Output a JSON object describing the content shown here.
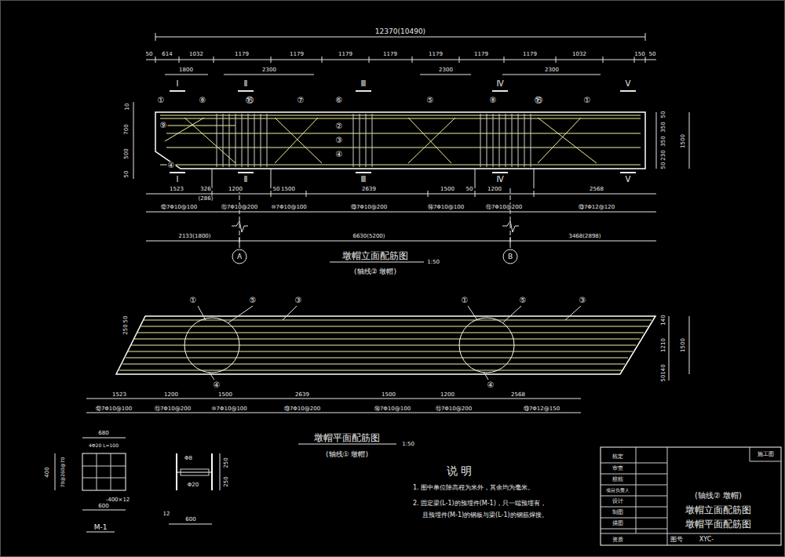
{
  "diagram": {
    "labels": [
      "12370(10490)",
      "50",
      "614",
      "1032",
      "1179",
      "1179",
      "1179",
      "1179",
      "1179",
      "1179",
      "1179",
      "1032",
      "150",
      "50",
      "1800",
      "2300",
      "2300",
      "2300",
      "Ⅰ",
      "Ⅱ",
      "Ⅲ",
      "Ⅳ",
      "Ⅴ",
      "Ⅰ",
      "Ⅱ",
      "Ⅲ",
      "Ⅳ",
      "Ⅴ",
      "10",
      "700",
      "500",
      "50",
      "50",
      "350",
      "350",
      "230",
      "50",
      "1500",
      "1523",
      "326",
      "(286)",
      "1200",
      "50",
      "1500",
      "2639",
      "1500",
      "50",
      "1200",
      "2568",
      "⑫7Φ10@100",
      "⑪7Φ10@200",
      "⑩7Φ10@100",
      "⑬7Φ10@200",
      "⑭7Φ10@100",
      "⑪7Φ10@200",
      "⑬7Φ12@120",
      "2133(1800)",
      "6630(5200)",
      "3468(2898)",
      "A",
      "B",
      "墩帽立面配筋图",
      "1:50",
      "(轴线② 墩帽)",
      "①",
      "⑧",
      "⑯",
      "⑦",
      "⑥",
      "⑤",
      "⑧",
      "⑯",
      "①",
      "②",
      "③",
      "④",
      "⑨",
      "④",
      "①",
      "⑤",
      "③",
      "①",
      "⑤",
      "③",
      "④",
      "④",
      "50",
      "250",
      "140",
      "1210",
      "140",
      "50",
      "1500",
      "1523",
      "1200",
      "1500",
      "2639",
      "1500",
      "1200",
      "2568",
      "⑫7Φ10@100",
      "⑪7Φ10@200",
      "⑩7Φ10@100",
      "⑬7Φ10@200",
      "⑭7Φ10@100",
      "⑪7Φ10@200",
      "⑬7Φ12@150",
      "墩帽平面配筋图",
      "1:50",
      "(轴线① 墩帽)",
      "680",
      "4Φ20 L=100",
      "400",
      "70@260@70",
      "-400×12",
      "600",
      "M-1",
      "Φ8",
      "250",
      "250",
      "Φ20",
      "12",
      "600",
      "说 明",
      "1. 图中单位除高程为米外，其余均为毫米。",
      "2. 固定梁(L-1)的预埋件(M-1)，只一端预埋有，",
      "且预埋件(M-1)的钢板与梁(L-1)的钢筋焊接。",
      "核定",
      "审查",
      "校核",
      "项目负责人",
      "设计",
      "制图",
      "描图",
      "资质",
      "施工图",
      "(轴线② 墩帽)",
      "墩帽立面配筋图",
      "墩帽平面配筋图",
      "图号",
      "XYC-"
    ]
  }
}
